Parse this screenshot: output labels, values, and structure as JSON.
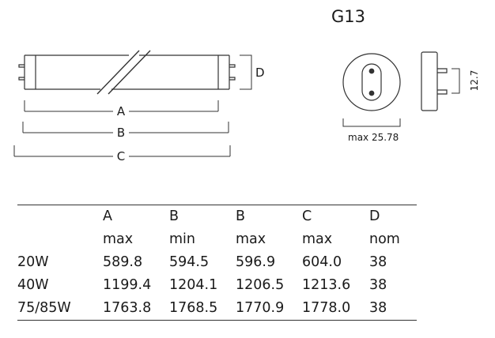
{
  "base_title": "G13",
  "tube_labels": {
    "a": "A",
    "b": "B",
    "c": "C",
    "d": "D"
  },
  "base_labels": {
    "width": "max 25.78",
    "pin_length": "12.7"
  },
  "table": {
    "header_row1": [
      "",
      "A",
      "B",
      "B",
      "C",
      "D"
    ],
    "header_row2": [
      "",
      "max",
      "min",
      "max",
      "max",
      "nom"
    ],
    "rows": [
      [
        "20W",
        "589.8",
        "594.5",
        "596.9",
        "604.0",
        "38"
      ],
      [
        "40W",
        "1199.4",
        "1204.1",
        "1206.5",
        "1213.6",
        "38"
      ],
      [
        "75/85W",
        "1763.8",
        "1768.5",
        "1770.9",
        "1778.0",
        "38"
      ]
    ]
  }
}
